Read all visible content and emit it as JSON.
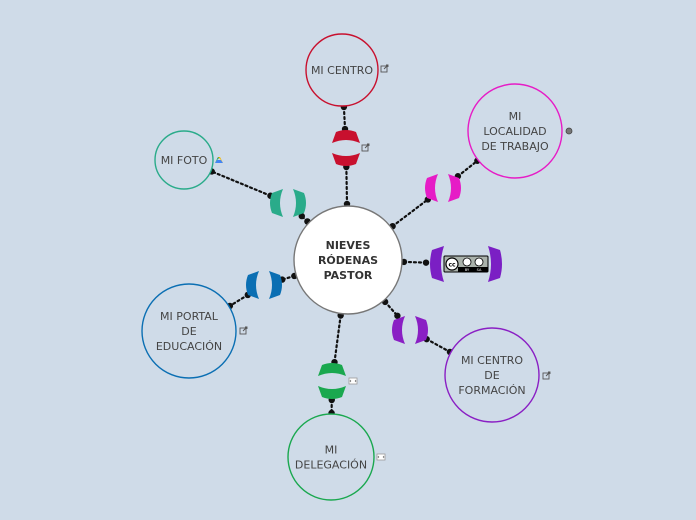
{
  "map": {
    "center": {
      "lines": [
        "NIEVES",
        "RÓDENAS",
        "PASTOR"
      ]
    },
    "branches": [
      {
        "id": "mi-centro",
        "lines": [
          "MI CENTRO"
        ],
        "color": "#c8102e",
        "icon": "external-link-icon"
      },
      {
        "id": "mi-localidad",
        "lines": [
          "MI",
          "LOCALIDAD",
          "DE TRABAJO"
        ],
        "color": "#e61cc6",
        "icon": "map-pin-icon"
      },
      {
        "id": "cc-license",
        "lines": [],
        "color": "#7b1fc4",
        "icon": "creative-commons-badge",
        "badge_text": [
          "cc",
          "BY",
          "SA"
        ]
      },
      {
        "id": "mi-centro-formacion",
        "lines": [
          "MI CENTRO",
          "DE",
          "FORMACIÓN"
        ],
        "color": "#8a1fc4",
        "icon": "link-icon"
      },
      {
        "id": "mi-delegacion",
        "lines": [
          "MI",
          "DELEGACIÓN"
        ],
        "color": "#1aa84f",
        "icon": "embed-icon"
      },
      {
        "id": "mi-portal",
        "lines": [
          "MI PORTAL",
          "DE",
          "EDUCACIÓN"
        ],
        "color": "#0b6fb3",
        "icon": "external-link-icon"
      },
      {
        "id": "mi-foto",
        "lines": [
          "MI FOTO"
        ],
        "color": "#2aab8a",
        "icon": "google-drive-icon"
      }
    ]
  }
}
